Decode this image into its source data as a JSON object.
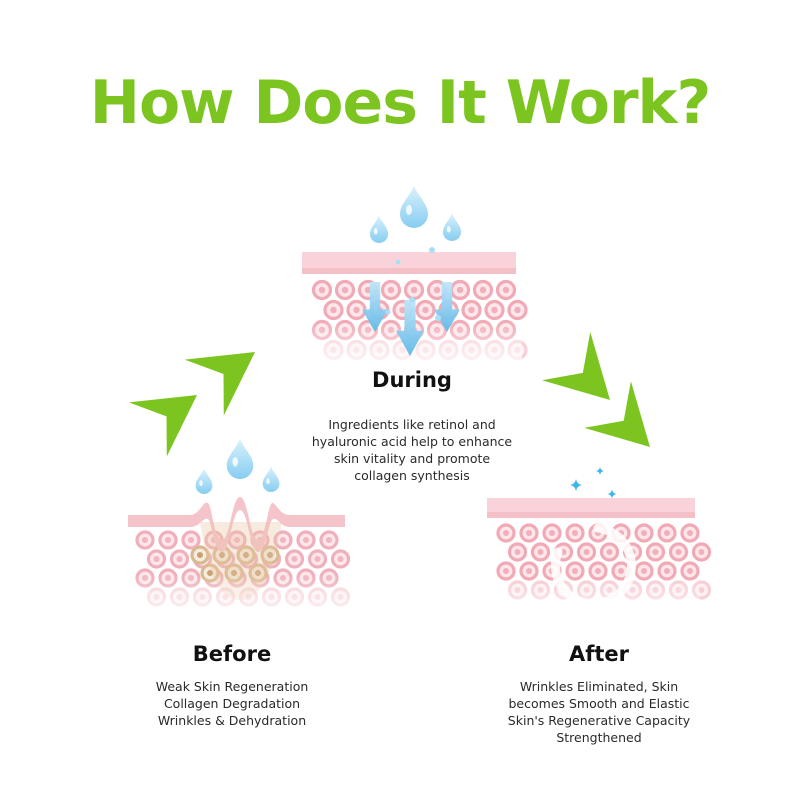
{
  "title": "How Does It Work?",
  "accent_color": "#7cc520",
  "skin_color": "#f4b8c2",
  "water_color": "#8fd3f4",
  "stages": {
    "during": {
      "heading": "During",
      "lines": [
        "Ingredients like retinol and",
        "hyaluronic acid help to enhance",
        "skin vitality and promote",
        "collagen synthesis"
      ]
    },
    "before": {
      "heading": "Before",
      "lines": [
        "Weak Skin Regeneration",
        "Collagen Degradation",
        "Wrinkles & Dehydration"
      ]
    },
    "after": {
      "heading": "After",
      "lines": [
        "Wrinkles Eliminated, Skin",
        "becomes Smooth and Elastic",
        "Skin's Regenerative Capacity",
        "Strengthened"
      ]
    }
  },
  "icons": [
    "water-drop-icon",
    "down-arrow-icon",
    "sparkle-icon",
    "green-arrow-icon"
  ]
}
